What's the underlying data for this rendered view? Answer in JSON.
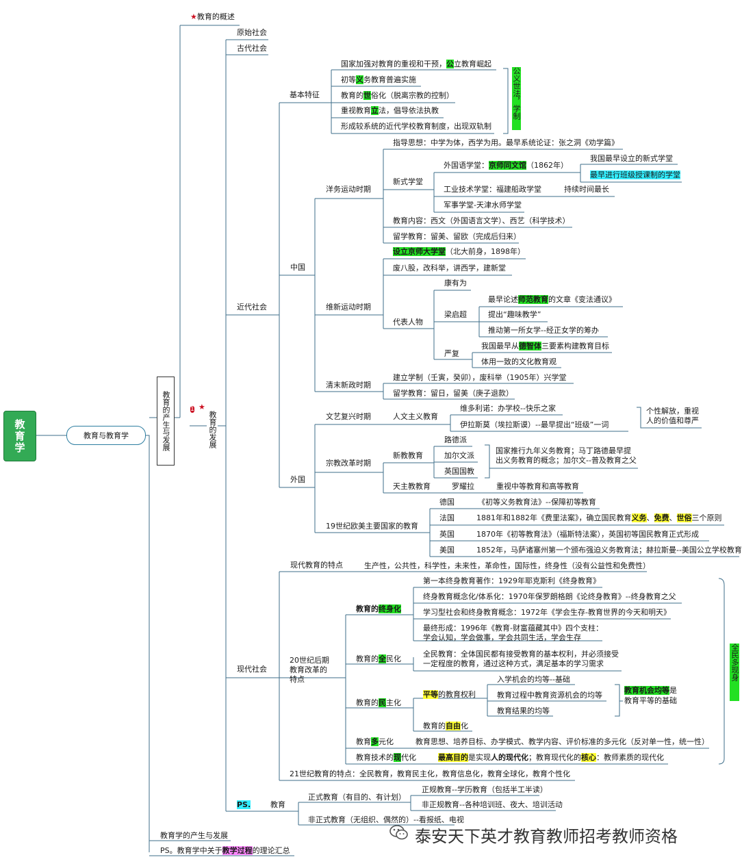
{
  "root": "教育学",
  "main_branch": "教育与教育学",
  "section": "教育的产生与发展",
  "overview": "教育的概述",
  "dev": "教育的发展",
  "dev_badge": "1",
  "eras": {
    "primitive": "原始社会",
    "ancient": "古代社会",
    "modern_early": "近代社会",
    "modern": "现代社会"
  },
  "basic": {
    "label": "基本特征",
    "items": [
      [
        "国家加强对教育的重视和干预，",
        "公",
        "立教育崛起"
      ],
      [
        "初等",
        "义",
        "务教育普遍实施"
      ],
      [
        "教育的",
        "世",
        "俗化（脱离宗教的控制）"
      ],
      [
        "重视教育",
        "立",
        "法，倡导依法执教"
      ],
      [
        "形成较系统的近代学校教育制度，出现双轨制",
        "",
        ""
      ]
    ],
    "tag": "公义世法，学制"
  },
  "china": {
    "label": "中国",
    "yangwu": {
      "label": "洋务运动时期",
      "guide": "指导思想：中学为体，西学为用。最早系统论证：张之洞《劝学篇》",
      "new_school": "新式学堂",
      "lang_pre": "外国语学堂：",
      "lang_hl": "京师同文馆",
      "lang_post": "（1862年）",
      "lang_note1": "我国最早设立的新式学堂",
      "lang_note2": "最早进行班级授课制的学堂",
      "tech": "工业技术学堂：福建船政学堂",
      "tech_note": "持续时间最长",
      "mil": "军事学堂-天津水师学堂",
      "content": "教育内容：西文（外国语言文学）、西艺（科学技术）",
      "abroad": "留学教育：留美、留欧（完成后归来）"
    },
    "weixin": {
      "label": "维新运动时期",
      "i1_hl": "设立京师大学堂",
      "i1_post": "（北大前身，1898年）",
      "i2": "废八股，改科举，讲西学，建新堂",
      "rep": "代表人物",
      "kang": "康有为",
      "liang": "梁启超",
      "l1_pre": "最早论述",
      "l1_hl": "师范教育",
      "l1_post": "的文章《变法通议》",
      "l2": "提出“趣味教学”",
      "l3": "推动第一所女学--经正女学的筹办",
      "yan": "严复",
      "y1_pre": "我国最早从",
      "y1_hl": "德智体",
      "y1_post": "三要素构建教育目标",
      "y2": "体用一致的文化教育观"
    },
    "qingmo": {
      "label": "清末新政时期",
      "i1": "建立学制（壬寅，癸卯），废科举（1905年）兴学堂",
      "i2": "留学教育：留日，留美（庚子退款）"
    }
  },
  "foreign": {
    "label": "外国",
    "renaissance": {
      "label": "文艺复兴时期",
      "hum": "人文主义教育",
      "v": "维多利诺：办学校--快乐之家",
      "e": "伊拉斯莫（埃拉斯谟）--最早提出“班级”一词",
      "note": "个性解放，重视人的价值和尊严"
    },
    "reform": {
      "label": "宗教改革时期",
      "new": "新教教育",
      "luther": "路德派",
      "calvin": "加尔文派",
      "anglican": "英国国教",
      "note": "国家推行九年义务教育；马丁路德最早提出义务教育的概念；加尔文--普及教育之父",
      "catholic": "天主教教育",
      "loyola": "罗耀拉",
      "loyola_note": "重视中等教育和高等教育"
    },
    "c19": {
      "label": "19世纪欧美主要国家的教育",
      "rows": [
        {
          "country": "德国",
          "text": "《初等义务教育法》--保障初等教育"
        },
        {
          "country": "法国",
          "text": "1881年和1882年《费里法案》，确立国民教育",
          "h1": "义务",
          "h2": "免费",
          "h3": "世俗",
          "tail": "三个原则"
        },
        {
          "country": "英国",
          "text": "1870年《初等教育法》（福斯特法案），英国初等国民教育正式形成"
        },
        {
          "country": "美国",
          "text": "1852年，马萨诸塞州第一个颁布强迫义务教育法；赫拉斯曼--美国公立学校教育"
        }
      ]
    }
  },
  "modern": {
    "features_label": "现代教育的特点",
    "features": "生产性，公共性，科学性，未来性，革命性，国际性，终身性（没有公益性和免费性）",
    "reform_label": "20世纪后期教育改革的特点",
    "lifelong": {
      "pre": "教育的",
      "hl": "终身化",
      "i1": "第一本终身教育著作：1929年耶克斯利《终身教育》",
      "i2": "终身教育概念化/体系化：1970年保罗朗格朗《论终身教育》--终身教育之父",
      "i3": "学习型社会和终身教育概念：1972年《学会生存-教育世界的今天和明天》",
      "i4a": "最终形成：1996年《教育-财富蕴藏其中》四个支柱：",
      "i4b": "学会认知，学会做事，学会共同生活，学会生存"
    },
    "mass": {
      "pre": "教育的",
      "hl": "全",
      "post": "民化",
      "a": "全民教育：全体国民都有接受教育的基本权利，并必须接受",
      "b": "一定程度的教育，通过这种方式，满足基本的学习需求"
    },
    "demo": {
      "pre": "教育的",
      "hl": "民",
      "post": "主化",
      "eq_hl": "平等",
      "eq_post": "的教育权利",
      "e1": "入学机会的均等--基础",
      "e2": "教育过程中教育资源机会的均等",
      "e3": "教育结果的均等",
      "core_hl": "教育机会均等",
      "core_post1": "是",
      "core_post2": "教育平等的基础",
      "free_pre": "教育的",
      "free_hl": "自由",
      "free_post": "化"
    },
    "multi": {
      "pre": "教育",
      "hl": "多",
      "post": "元化",
      "text": "教育思想、培养目标、办学模式、教学内容、评价标准的多元化（反对单一性，统一性）"
    },
    "tech": {
      "pre": "教育技术的",
      "hl": "现",
      "post": "代化",
      "t_hl": "最高目的",
      "t_mid1": "是实现",
      "t_b": "人的现代化",
      "t_mid2": "；教育现代化的",
      "t_hl2": "核心",
      "t_end": "：教师素质的现代化"
    },
    "tag": "全民多现身",
    "c21": "21世纪教育的特点：全民教育，教育民主化，教育信息化，教育全球化，教育个性化"
  },
  "ps": {
    "label": "PS.",
    "edu": "教育",
    "formal": "正式教育（有目的、有计划）",
    "nonformal": "非正式教育（无组织、偶然的）--看报纸、电视",
    "f1": "正规教育--学历教育（包括半工半读）",
    "f2": "非正规教育--各种培训班、夜大、培训活动"
  },
  "siblings": {
    "s1": "教育学的产生与发展",
    "s2_pre": "PS。教育学中关于",
    "s2_hl": "教学过程",
    "s2_post": "的理论汇总"
  },
  "watermark": "泰安天下英才教育教师招考教师资格"
}
